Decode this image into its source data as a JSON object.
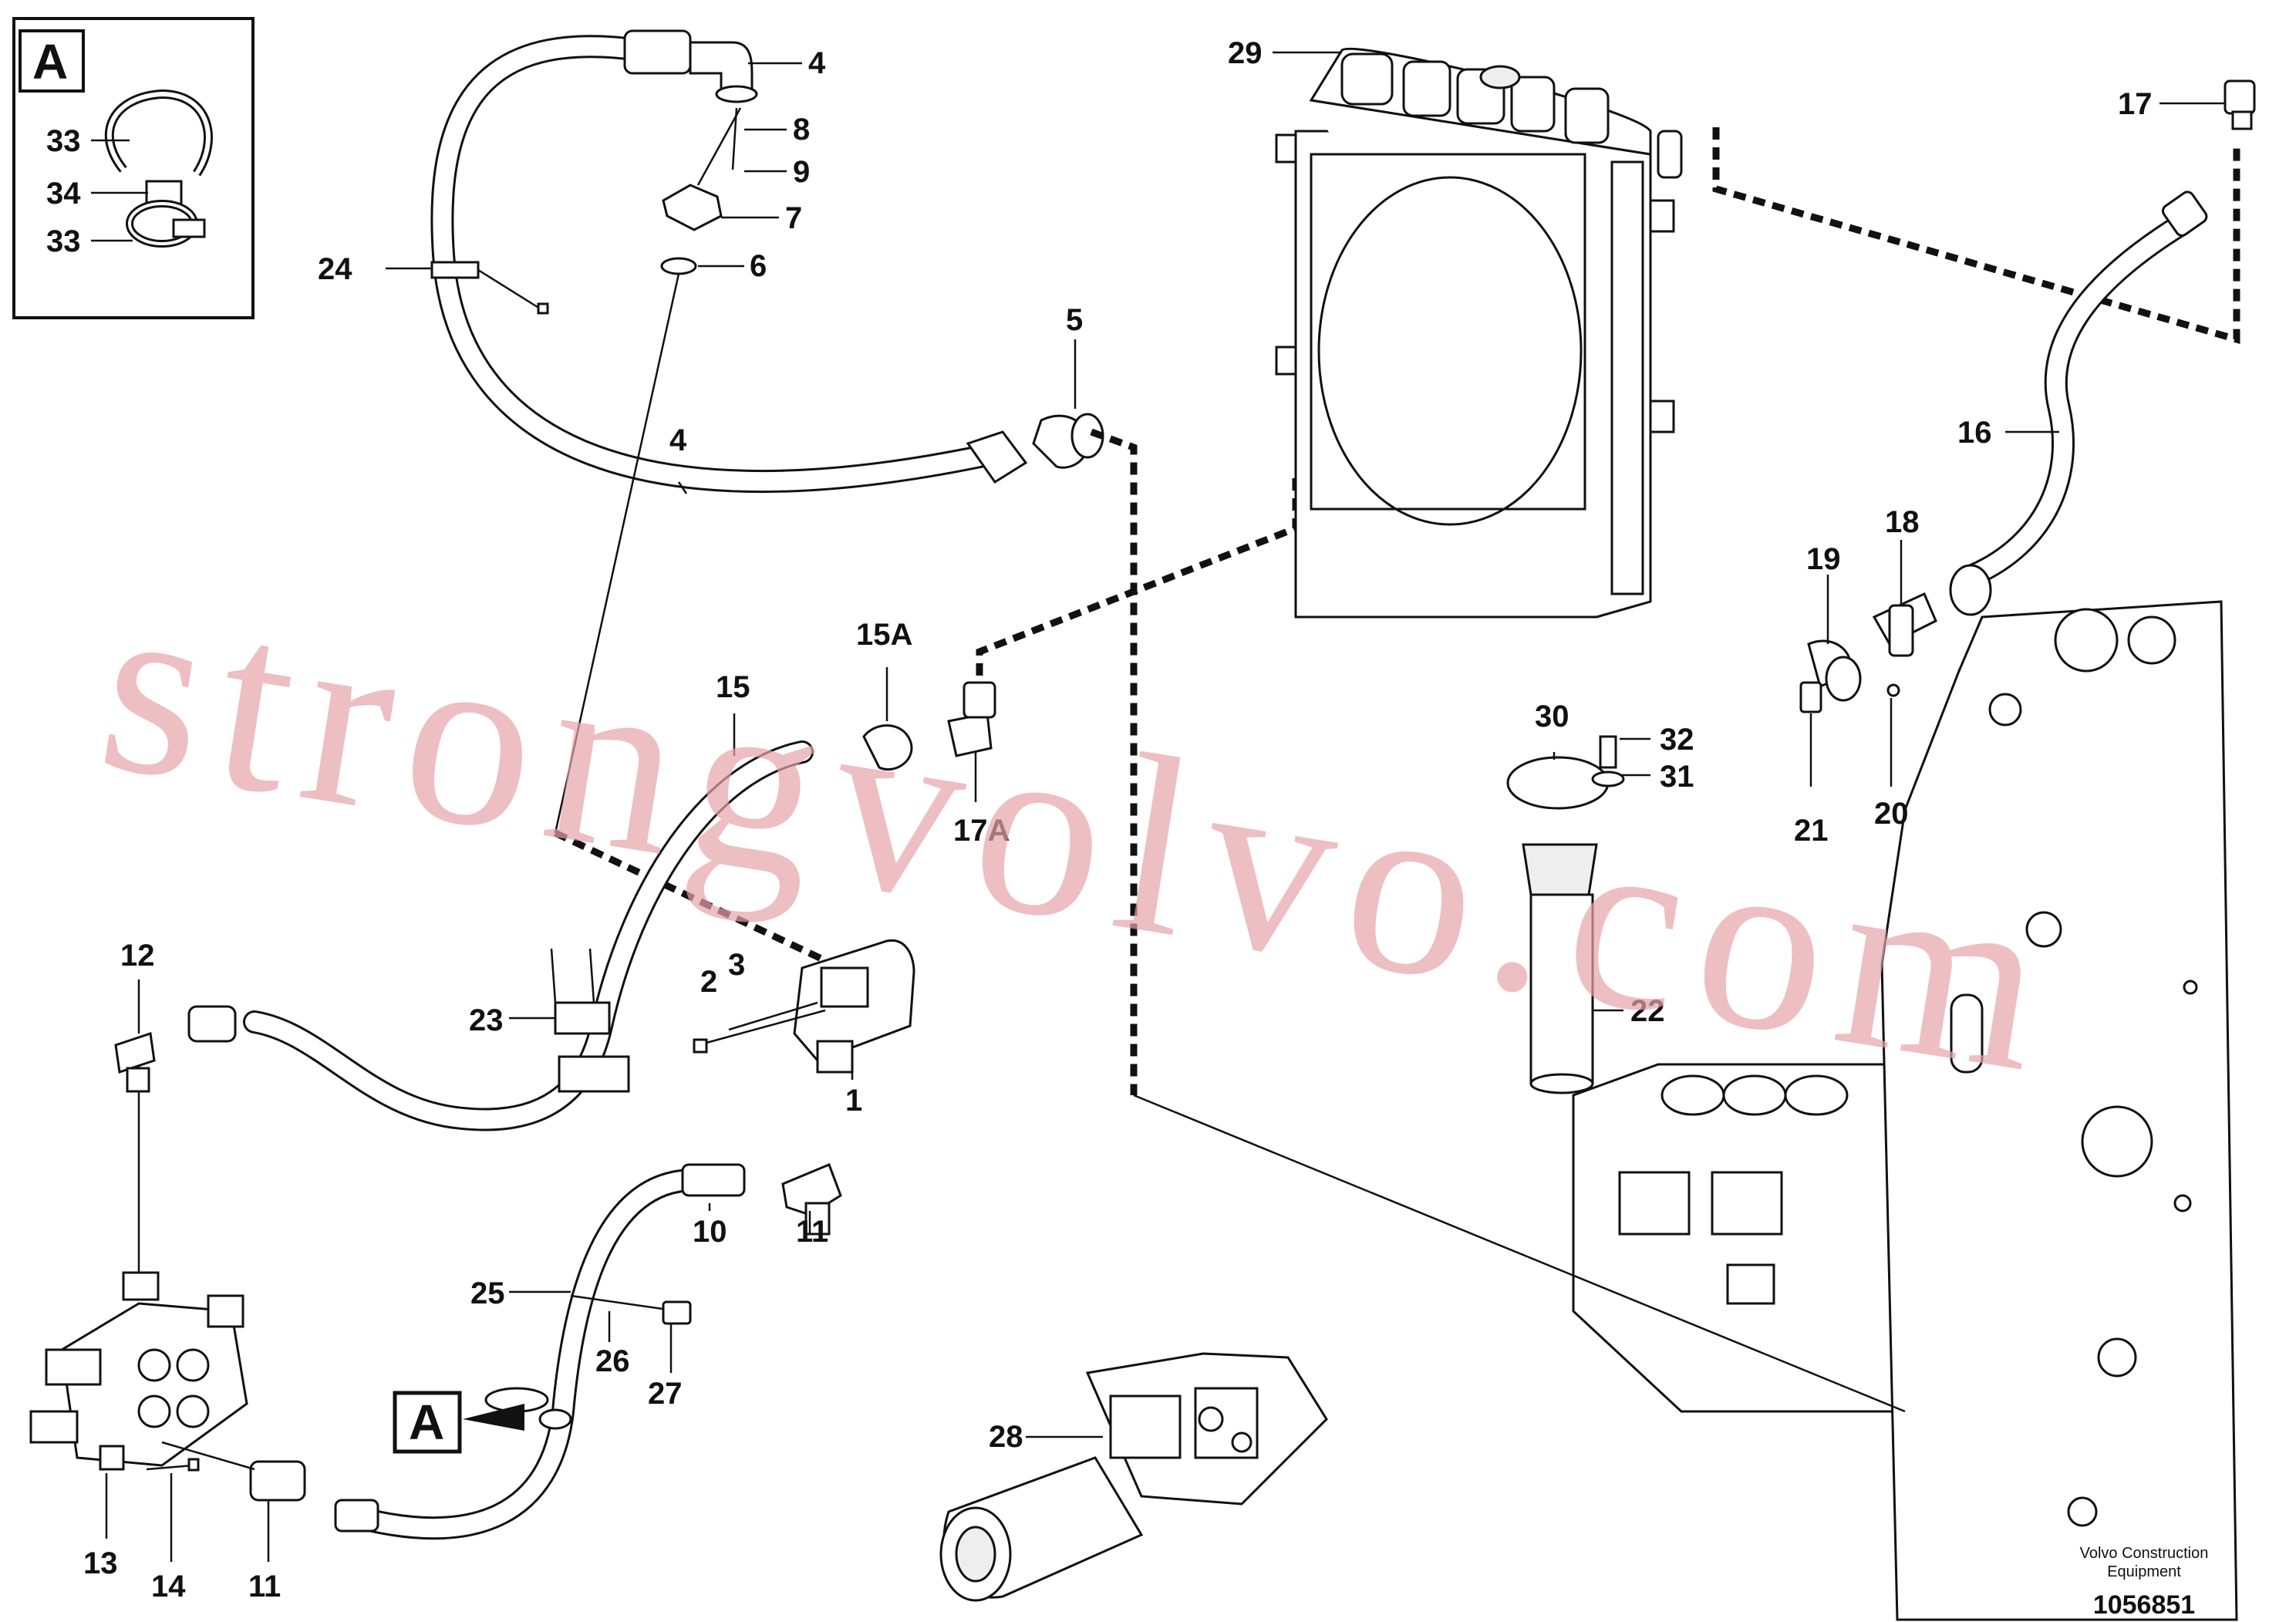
{
  "diagram": {
    "inset": {
      "letter": "A",
      "callouts": [
        "33",
        "34",
        "33"
      ]
    },
    "detail_marker": {
      "letter": "A"
    },
    "callouts": {
      "c4a": "4",
      "c8": "8",
      "c9": "9",
      "c7": "7",
      "c6": "6",
      "c24": "24",
      "c5": "5",
      "c4b": "4",
      "c29": "29",
      "c17": "17",
      "c16": "16",
      "c18": "18",
      "c19": "19",
      "c20": "20",
      "c21": "21",
      "c15": "15",
      "c15a": "15A",
      "c17a": "17A",
      "c30": "30",
      "c32": "32",
      "c31": "31",
      "c22": "22",
      "c12": "12",
      "c23": "23",
      "c2": "2",
      "c3": "3",
      "c1": "1",
      "c10": "10",
      "c11a": "11",
      "c25": "25",
      "c26": "26",
      "c27": "27",
      "c13": "13",
      "c14": "14",
      "c11b": "11",
      "c28": "28"
    },
    "watermark": "strongvolvo.com",
    "brand_line1": "Volvo Construction",
    "brand_line2": "Equipment",
    "drawing_number": "1056851"
  }
}
